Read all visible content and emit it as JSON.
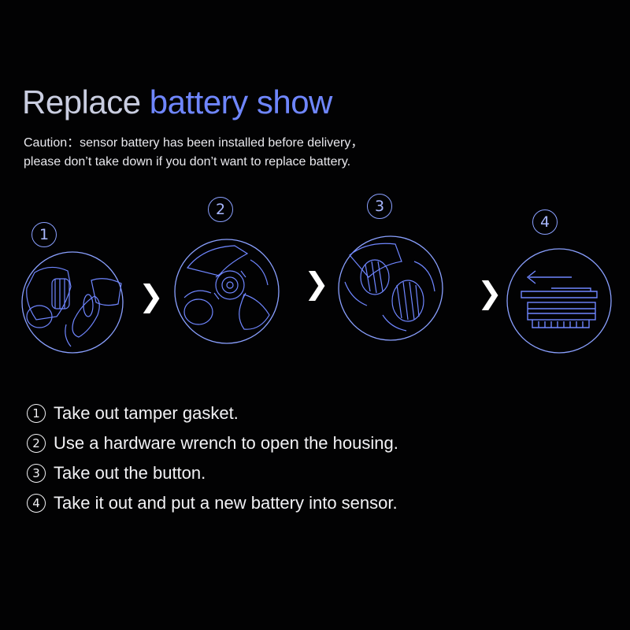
{
  "title": {
    "part1": "Replace ",
    "part2": "battery show"
  },
  "caution": {
    "line1": "Caution：sensor battery has been installed before delivery，",
    "line2": "please don’t take down if you don’t want to replace battery."
  },
  "steps": [
    {
      "number": "1",
      "icon": "remove-gasket-illustration"
    },
    {
      "number": "2",
      "icon": "open-housing-illustration"
    },
    {
      "number": "3",
      "icon": "take-out-button-illustration"
    },
    {
      "number": "4",
      "icon": "insert-battery-illustration"
    }
  ],
  "arrow_glyph": "❯",
  "instructions": [
    {
      "number": "1",
      "text": "Take out tamper gasket."
    },
    {
      "number": "2",
      "text": "Use a hardware wrench to open the housing."
    },
    {
      "number": "3",
      "text": "Take out the button."
    },
    {
      "number": "4",
      "text": "Take it out  and put a new battery into sensor."
    }
  ],
  "colors": {
    "title_light": "#c9cde0",
    "title_accent": "#6f86ff",
    "line_art": "#7f95ff",
    "background": "#020203"
  }
}
